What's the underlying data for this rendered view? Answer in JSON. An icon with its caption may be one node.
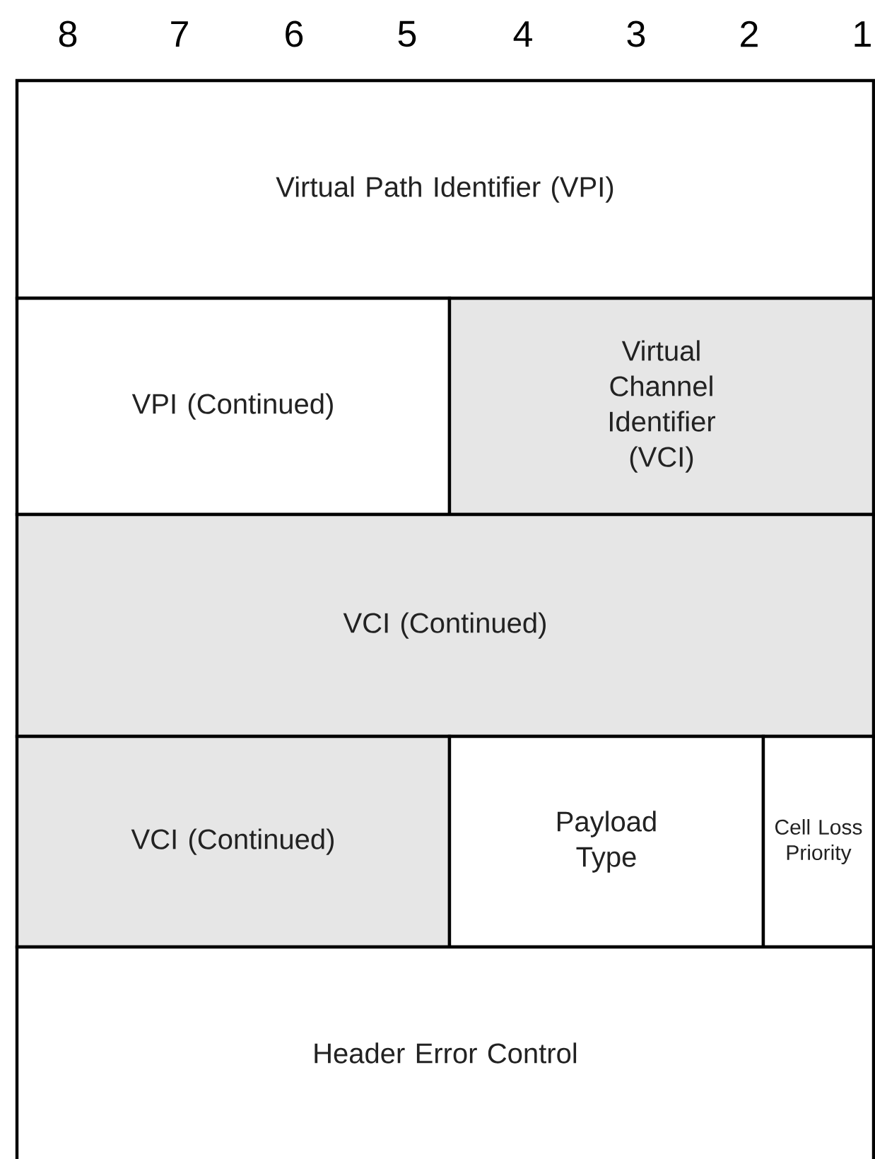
{
  "diagram": {
    "nodes": [
      {
        "text": [
          "Virtual Path Identifier (VPI)"
        ]
      },
      {
        "text": [
          "VPI (Continued)"
        ]
      },
      {
        "text": [
          "Virtual Channel Identifier (VCI)"
        ]
      },
      {
        "text": [
          "VCI (Continued)"
        ]
      },
      {
        "text": [
          "VCI (Continued)"
        ]
      },
      {
        "text": [
          "Payload Type"
        ]
      },
      {
        "text": [
          "Cell Loss Priority"
        ]
      },
      {
        "text": [
          "Header Error Control"
        ]
      }
    ],
    "labels": [
      "8",
      "7",
      "6",
      "5",
      "4",
      "3",
      "2",
      "1"
    ]
  }
}
